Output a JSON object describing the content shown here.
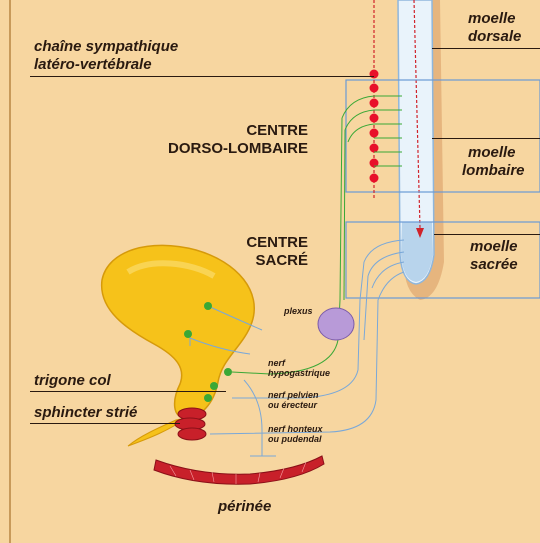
{
  "labels": {
    "chaine_line1": "chaîne sympathique",
    "chaine_line2": "latéro-vertébrale",
    "moelle_dorsale_line1": "moelle",
    "moelle_dorsale_line2": "dorsale",
    "moelle_lombaire_line1": "moelle",
    "moelle_lombaire_line2": "lombaire",
    "moelle_sacree_line1": "moelle",
    "moelle_sacree_line2": "sacrée",
    "centre_dl_line1": "CENTRE",
    "centre_dl_line2": "DORSO-LOMBAIRE",
    "centre_s_line1": "CENTRE",
    "centre_s_line2": "SACRÉ",
    "plexus": "plexus",
    "nerf_hypo_line1": "nerf",
    "nerf_hypo_line2": "hypogastrique",
    "nerf_pelvien_line1": "nerf pelvien",
    "nerf_pelvien_line2": "ou érecteur",
    "nerf_honteux_line1": "nerf honteux",
    "nerf_honteux_line2": "ou pudendal",
    "trigone": "trigone col",
    "sphincter": "sphincter strié",
    "perinee": "périnée"
  },
  "colors": {
    "background": "#f7d6a0",
    "bladder": "#f6c21a",
    "spinal_cord": "#b8d4ec",
    "ganglion_dot": "#e8102a",
    "plexus": "#b89ad8",
    "sphincter": "#c8202a",
    "nerve_green": "#3aa836",
    "nerve_blue": "#7aa8d8",
    "box_outline": "#6a9ad4"
  }
}
